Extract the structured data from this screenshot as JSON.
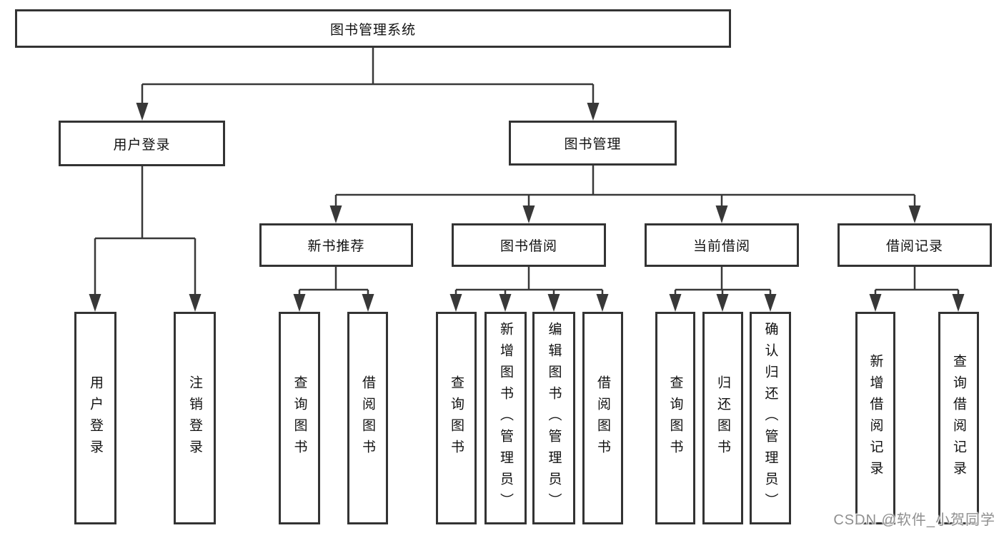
{
  "tree": {
    "label": "图书管理系统",
    "children": [
      {
        "label": "用户登录",
        "children": [
          {
            "label": "用户登录"
          },
          {
            "label": "注销登录"
          }
        ]
      },
      {
        "label": "图书管理",
        "children": [
          {
            "label": "新书推荐",
            "children": [
              {
                "label": "查询图书"
              },
              {
                "label": "借阅图书"
              }
            ]
          },
          {
            "label": "图书借阅",
            "children": [
              {
                "label": "查询图书"
              },
              {
                "label": "新增图书（管理员）"
              },
              {
                "label": "编辑图书（管理员）"
              },
              {
                "label": "借阅图书"
              }
            ]
          },
          {
            "label": "当前借阅",
            "children": [
              {
                "label": "查询图书"
              },
              {
                "label": "归还图书"
              },
              {
                "label": "确认归还（管理员）"
              }
            ]
          },
          {
            "label": "借阅记录",
            "children": [
              {
                "label": "新增借阅记录"
              },
              {
                "label": "查询借阅记录"
              }
            ]
          }
        ]
      }
    ]
  },
  "watermark": "CSDN @软件_小贺同学",
  "colors": {
    "background": "#ffffff",
    "line": "#383838",
    "box_border": "#333333",
    "text": "#111111",
    "watermark_text": "#8f8f8f"
  }
}
